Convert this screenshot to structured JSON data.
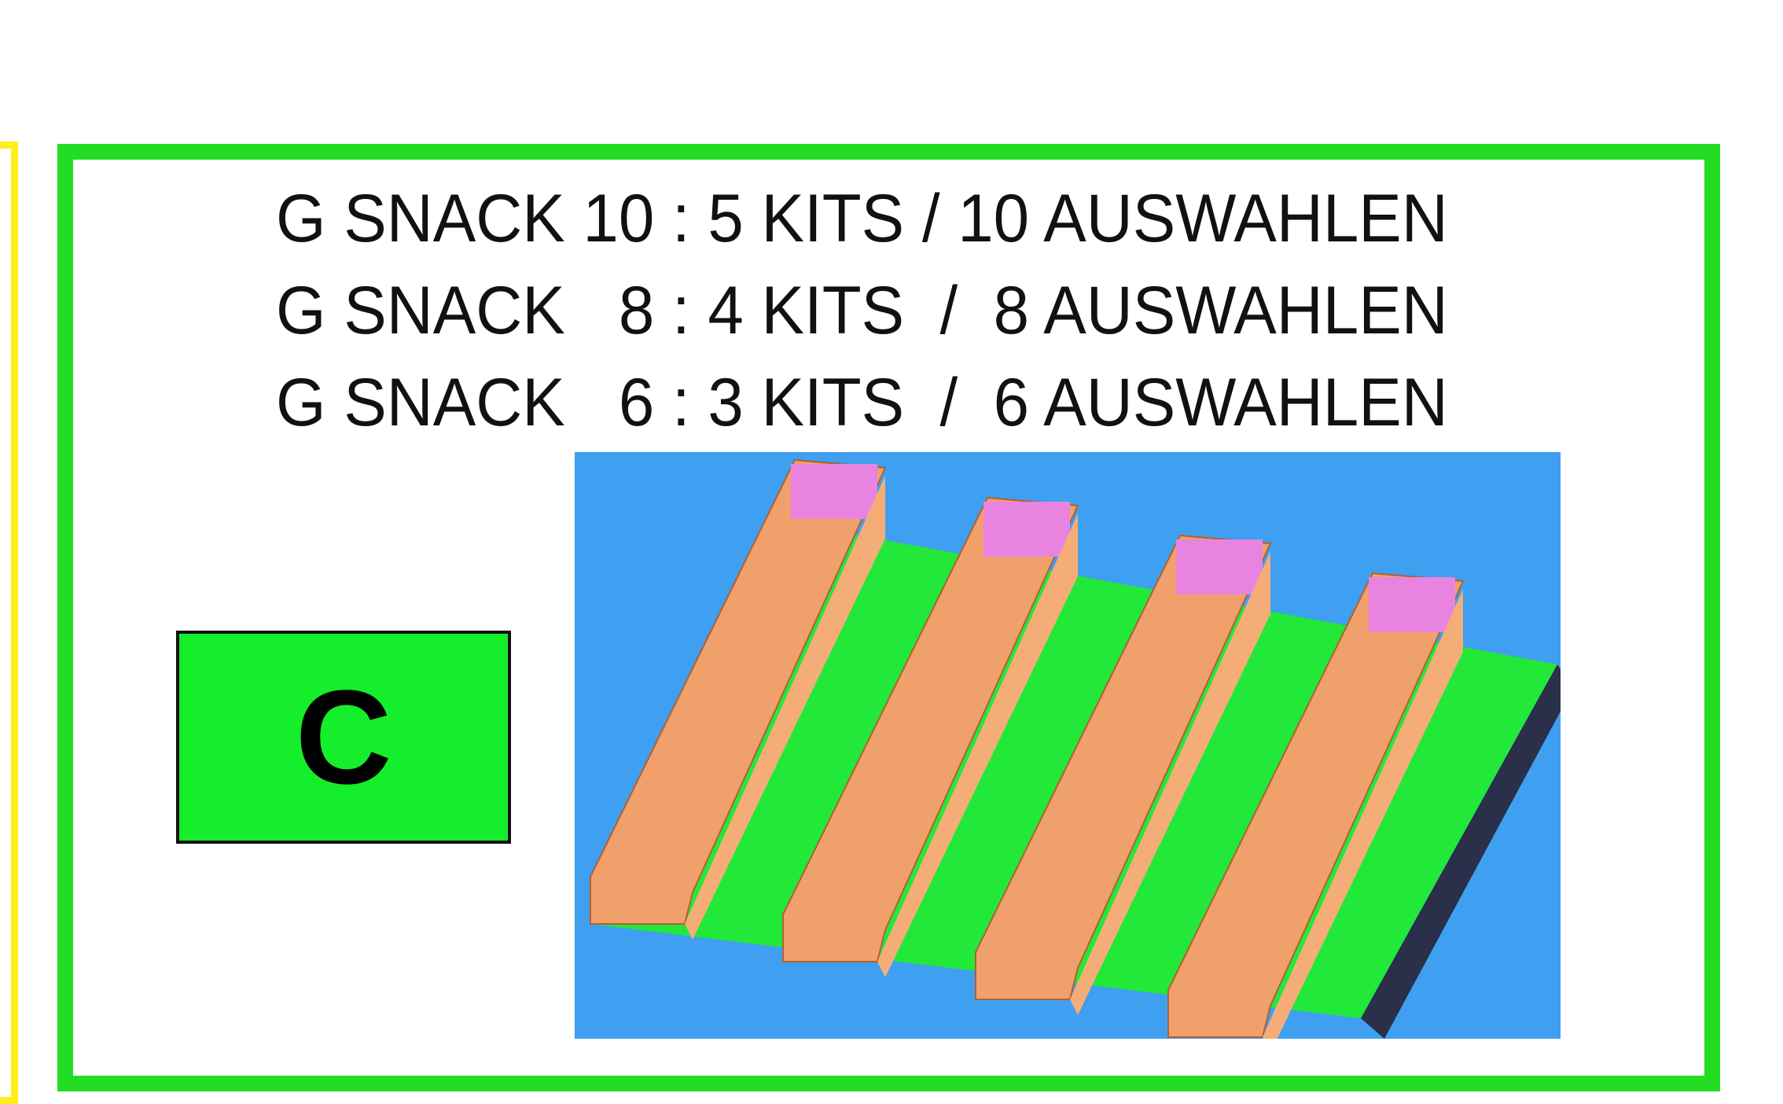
{
  "lines": [
    "G SNACK 10 : 5 KITS / 10 AUSWAHLEN",
    "G SNACK   8 : 4 KITS  /  8 AUSWAHLEN",
    "G SNACK   6 : 3 KITS  /  6 AUSWAHLEN"
  ],
  "label": "C",
  "colors": {
    "border": "#22dd22",
    "label_bg": "#15ee2a",
    "photo_bg": "#3f9ff0",
    "side_bar": "#ffee1a"
  }
}
